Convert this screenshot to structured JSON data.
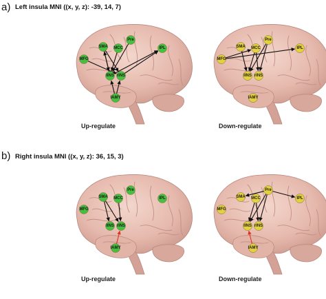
{
  "panel_a": {
    "letter": "a)",
    "title": "Left insula MNI ((x, y, z): -39, 14, 7)",
    "up_label": "Up-regulate",
    "down_label": "Down-regulate"
  },
  "panel_b": {
    "letter": "b)",
    "title": "Right insula MNI ((x, y, z): 36, 15, 3)",
    "up_label": "Up-regulate",
    "down_label": "Down-regulate"
  },
  "colors": {
    "up_node": "#3fbf3a",
    "down_node": "#e5d23a",
    "brain": "#e8bfb3",
    "arrow": "#111111",
    "highlight_arrow": "#e03020"
  },
  "nodes": {
    "sma": "SMA",
    "mcc": "MCC",
    "pre": "Pre",
    "mfg": "MFG",
    "ipl": "IPL",
    "lins": "lINS",
    "rins": "rINS",
    "lamy": "lAMY"
  }
}
